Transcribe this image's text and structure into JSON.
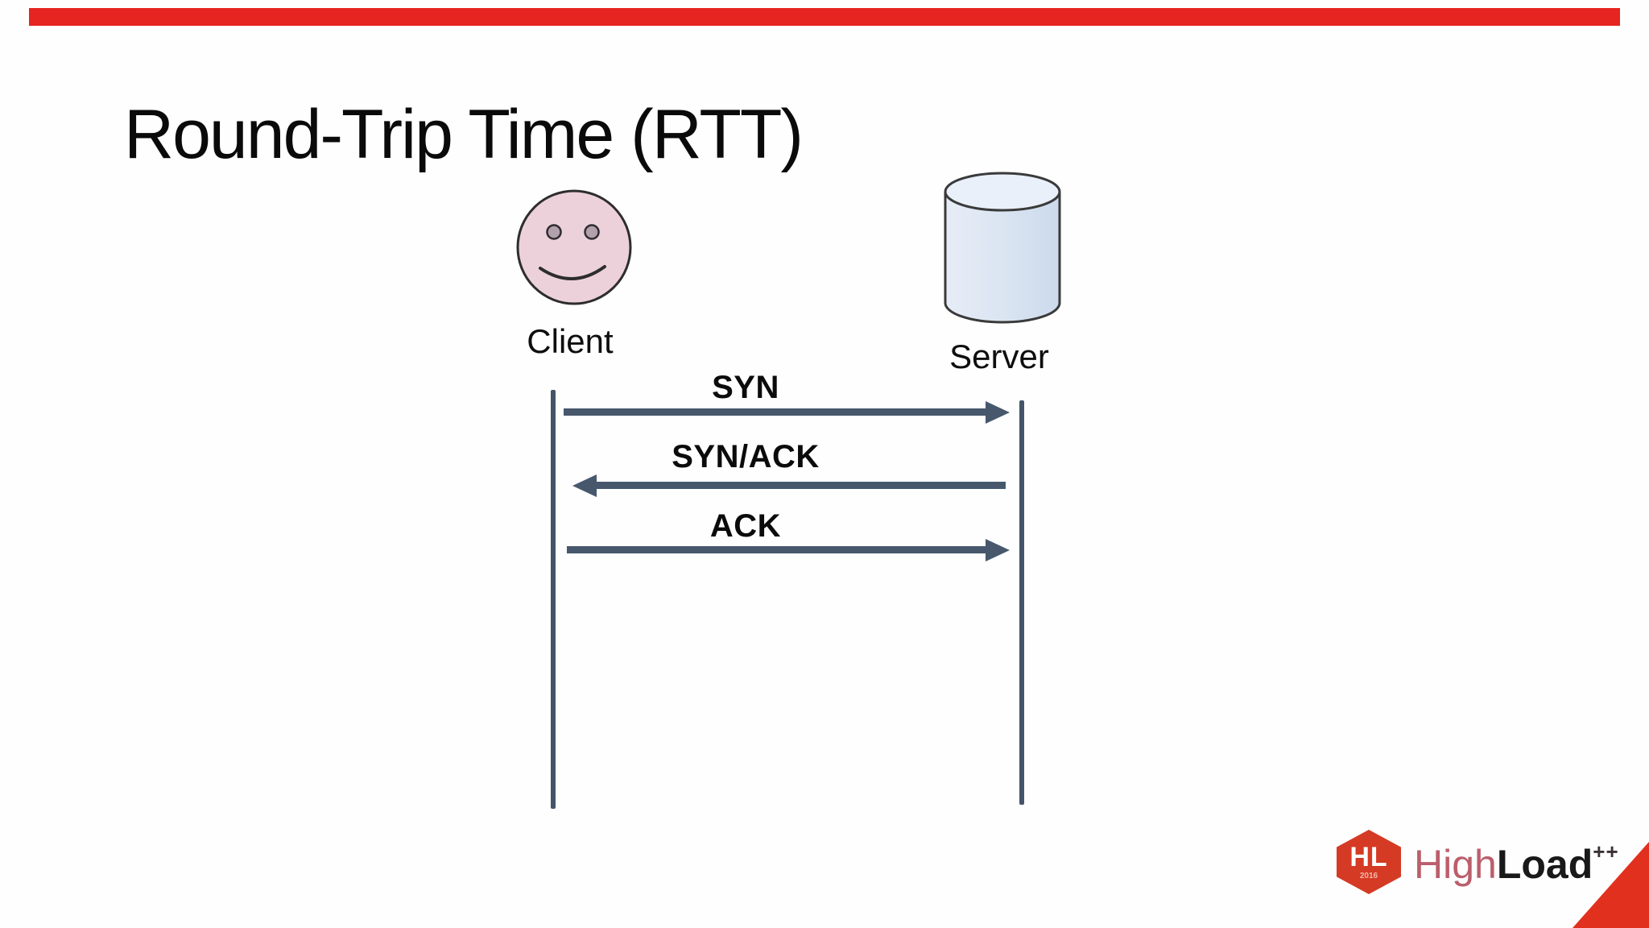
{
  "slide": {
    "title": "Round-Trip Time (RTT)"
  },
  "diagram": {
    "actors": [
      {
        "id": "client",
        "label": "Client",
        "icon": "smiley-face-icon"
      },
      {
        "id": "server",
        "label": "Server",
        "icon": "database-cylinder-icon"
      }
    ],
    "messages": [
      {
        "label": "SYN",
        "from": "client",
        "to": "server",
        "direction": "right"
      },
      {
        "label": "SYN/ACK",
        "from": "server",
        "to": "client",
        "direction": "left"
      },
      {
        "label": "ACK",
        "from": "client",
        "to": "server",
        "direction": "right"
      }
    ]
  },
  "footer": {
    "logo": {
      "hex_text": "HL",
      "hex_year": "2016",
      "brand_first": "High",
      "brand_second": "Load",
      "brand_suffix": "++"
    }
  },
  "colors": {
    "accent_bar": "#e62420",
    "arrow": "#47586d",
    "lifeline": "#44556a",
    "face_fill": "#ecd1db",
    "cylinder_fill": "#d9e4f2",
    "hexagon": "#d53a24",
    "corner_triangle": "#e2301f",
    "brand_high": "#bb5e6b",
    "brand_load": "#191919"
  }
}
